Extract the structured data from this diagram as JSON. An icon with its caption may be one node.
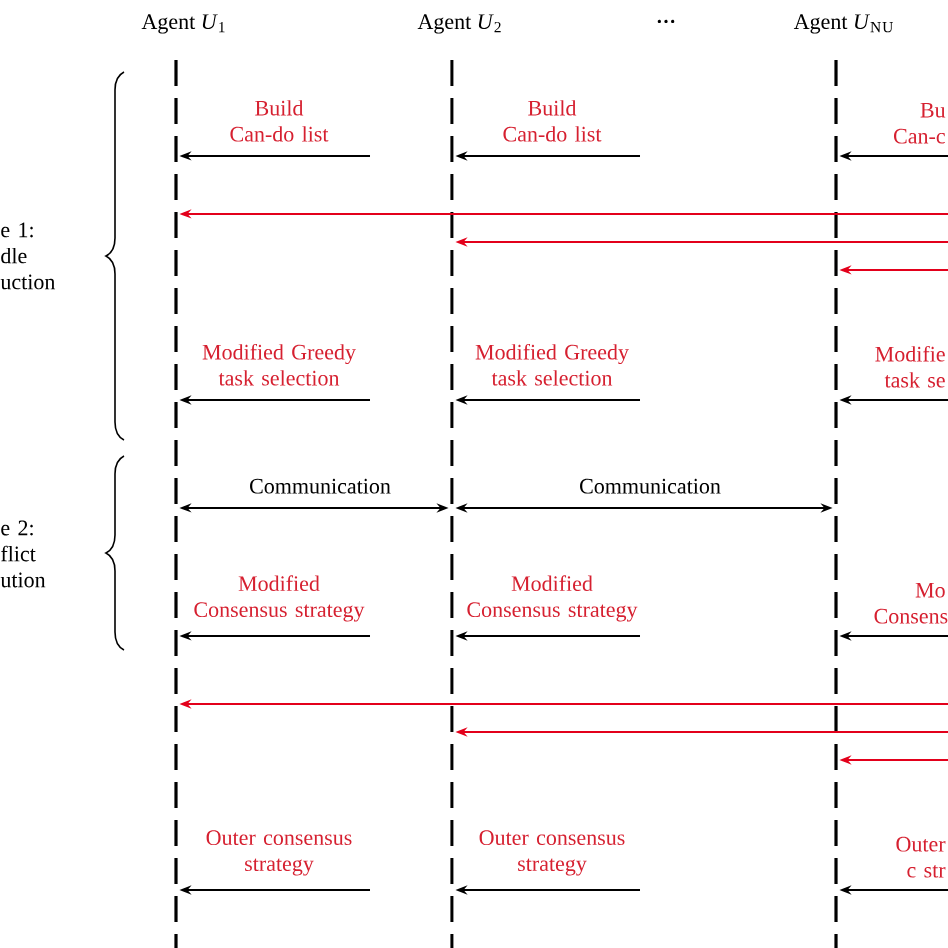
{
  "diagram": {
    "nodes": [
      {
        "text": [],
        "shape": "line",
        "beside": [
          "Agent *U*$_{1}$"
        ]
      },
      {
        "text": [],
        "shape": "line",
        "beside": [
          "Agent *U*$_{2}$"
        ]
      },
      {
        "text": [],
        "shape": "line",
        "beside": [
          "Agent *U*$_{N}$$_{U}$"
        ]
      }
    ],
    "edges": [
      {
        "from": null,
        "to": 0,
        "arrow": "to",
        "label": "Build Can-do list"
      },
      {
        "from": null,
        "to": 1,
        "arrow": "to",
        "label": "Build Can-do list"
      },
      {
        "from": null,
        "to": 2,
        "arrow": "to",
        "label": "Bu Can-c"
      },
      {
        "from": null,
        "to": 0,
        "arrow": "to",
        "color": "#e3001b"
      },
      {
        "from": null,
        "to": 1,
        "arrow": "to",
        "color": "#e3001b"
      },
      {
        "from": null,
        "to": 2,
        "arrow": "to",
        "color": "#e3001b"
      },
      {
        "from": null,
        "to": 0,
        "arrow": "to",
        "label": "Modified Greedy task selection"
      },
      {
        "from": null,
        "to": 1,
        "arrow": "to",
        "label": "Modified Greedy task selection"
      },
      {
        "from": null,
        "to": 2,
        "arrow": "to",
        "label": "Modifie task se"
      },
      {
        "from": 0,
        "to": 1,
        "arrow": "both",
        "label": "Communication"
      },
      {
        "from": 1,
        "to": 2,
        "arrow": "both",
        "label": "Communication"
      },
      {
        "from": null,
        "to": 0,
        "arrow": "to",
        "label": "Modified Consensus strategy"
      },
      {
        "from": null,
        "to": 1,
        "arrow": "to",
        "label": "Modified Consensus strategy"
      },
      {
        "from": null,
        "to": 2,
        "arrow": "to",
        "label": "Mo Consens"
      },
      {
        "from": null,
        "to": 0,
        "arrow": "to",
        "color": "#e3001b"
      },
      {
        "from": null,
        "to": 1,
        "arrow": "to",
        "color": "#e3001b"
      },
      {
        "from": null,
        "to": 2,
        "arrow": "to",
        "color": "#e3001b"
      },
      {
        "from": null,
        "to": 0,
        "arrow": "to",
        "label": "Outer consensus strategy"
      },
      {
        "from": null,
        "to": 1,
        "arrow": "to",
        "label": "Outer consensus strategy"
      },
      {
        "from": null,
        "to": 2,
        "arrow": "to",
        "label": "Outer c str"
      }
    ],
    "labels": [
      "···",
      "e 1: dle uction",
      "e 2: flict ution"
    ]
  }
}
